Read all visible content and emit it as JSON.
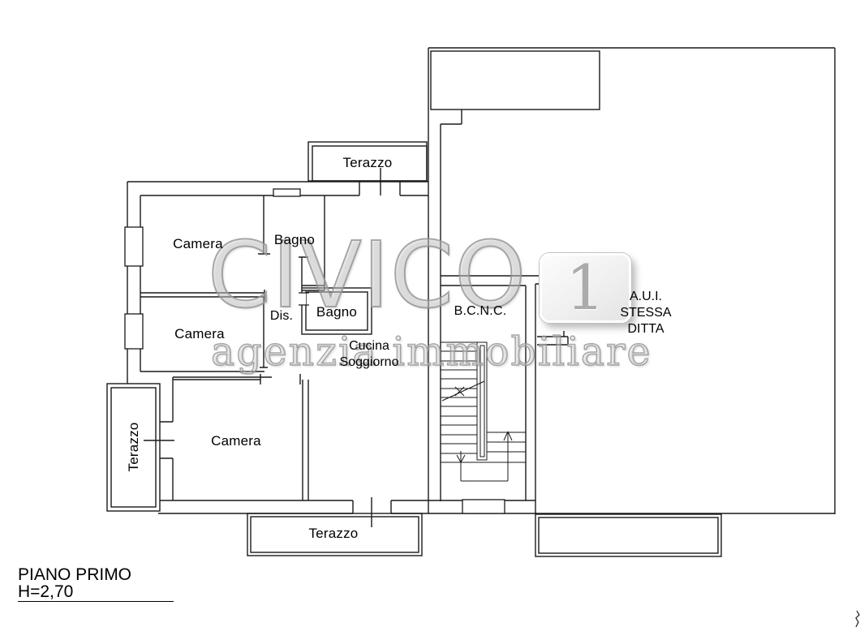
{
  "plan": {
    "title_line1": "PIANO PRIMO",
    "title_line2": "H=2,70",
    "labels": {
      "terrace_top": "Terazzo",
      "camera_1": "Camera",
      "bagno_1": "Bagno",
      "dis": "Dis.",
      "bagno_2": "Bagno",
      "bcnc": "B.C.N.C.",
      "camera_2": "Camera",
      "cucina_line1": "Cucina",
      "cucina_line2": "Soggiorno",
      "aui_line1": "A.U.I.",
      "aui_line2": "STESSA",
      "aui_line3": "DITTA",
      "terrace_left": "Terazzo",
      "camera_3": "Camera",
      "terrace_bottom": "Terazzo"
    }
  },
  "watermark": {
    "brand": "CIVICO",
    "badge_number": "1",
    "tagline": "agenzia immobiliare"
  },
  "colors": {
    "wall": "#1a1a1a",
    "label": "#000000",
    "watermark_gray": "#949494",
    "background": "#ffffff"
  }
}
